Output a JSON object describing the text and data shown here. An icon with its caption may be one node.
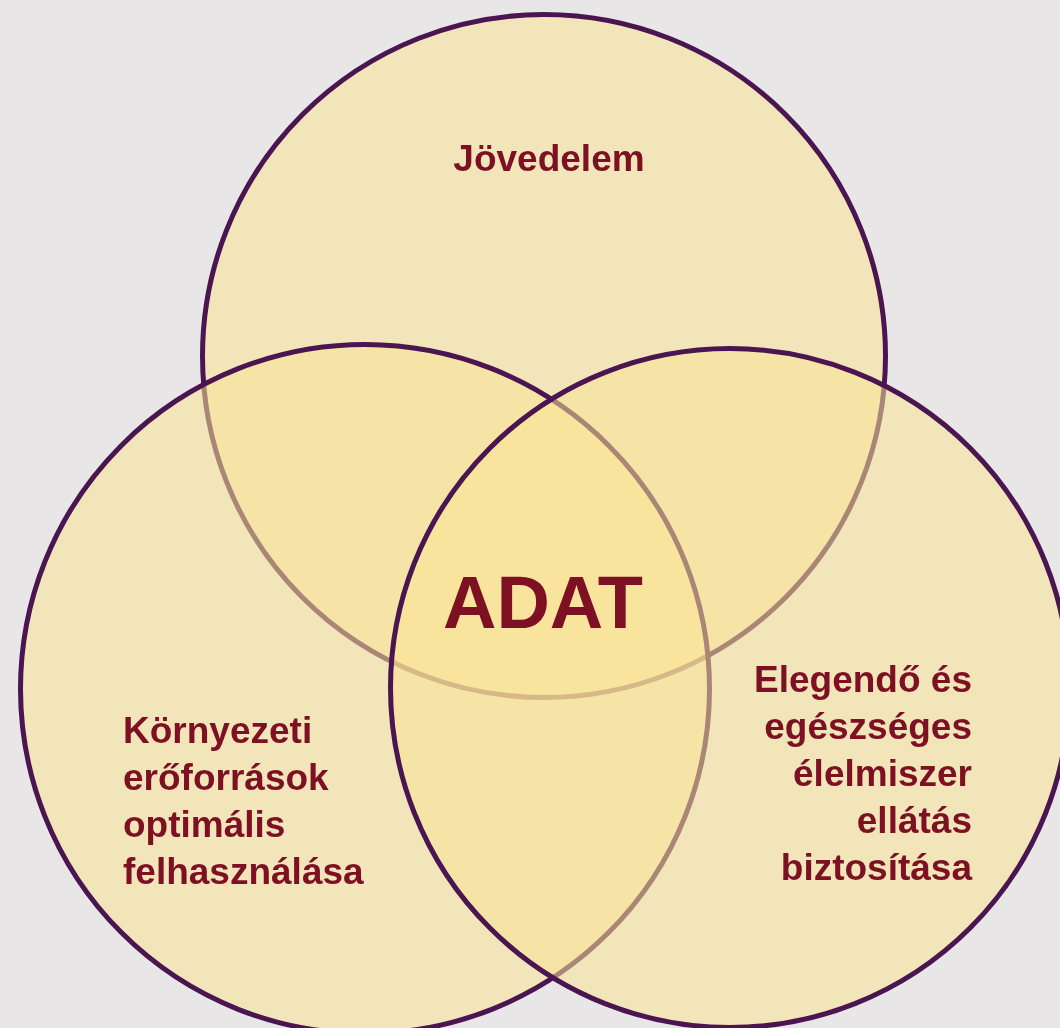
{
  "diagram": {
    "nodes": [
      {
        "text": [
          "Jövedelem"
        ]
      },
      {
        "text": [
          "Környezeti erőforrások optimális felhasználása"
        ]
      },
      {
        "text": [
          "Elegendő és egészséges élelmiszer ellátás biztosítása"
        ]
      }
    ],
    "labels": [
      "ADAT"
    ]
  }
}
